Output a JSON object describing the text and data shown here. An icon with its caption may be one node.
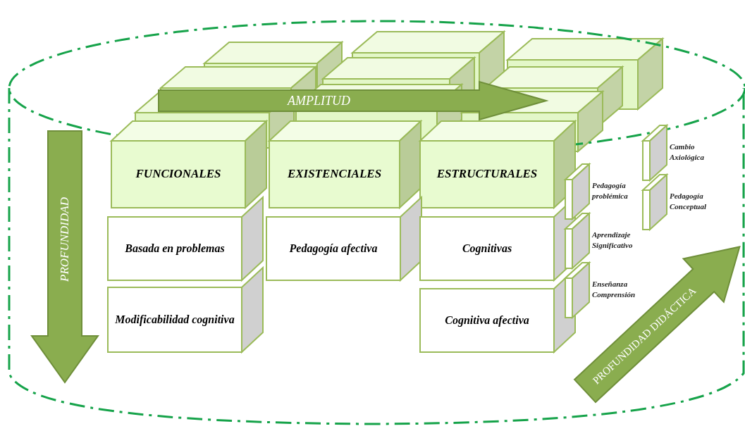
{
  "diagram": {
    "nodes": [
      {
        "text": [
          "FUNCIONALES"
        ]
      },
      {
        "text": [
          "EXISTENCIALES"
        ]
      },
      {
        "text": [
          "ESTRUCTURALES"
        ]
      },
      {
        "text": [
          "Basada en problemas"
        ]
      },
      {
        "text": [
          "Pedagogía afectiva"
        ]
      },
      {
        "text": [
          "Cognitivas"
        ]
      },
      {
        "text": [
          "Modificabilidad cognitiva"
        ]
      },
      {
        "text": [
          "Cognitiva afectiva"
        ]
      },
      {
        "text": [
          "Cambio Axiológica"
        ]
      },
      {
        "text": [
          "Pedagogía problémica"
        ]
      },
      {
        "text": [
          "Aprendizaje Significativo"
        ]
      },
      {
        "text": [
          "Pedagogía Conceptual"
        ]
      },
      {
        "text": [
          "Enseñanza Comprensión"
        ]
      },
      {
        "text": [
          "AMPLITUD"
        ]
      },
      {
        "text": [
          "PROFUNDIDAD"
        ]
      },
      {
        "text": [
          "PROFUNDIDAD DIDÁCTICA"
        ]
      }
    ],
    "edges": []
  }
}
